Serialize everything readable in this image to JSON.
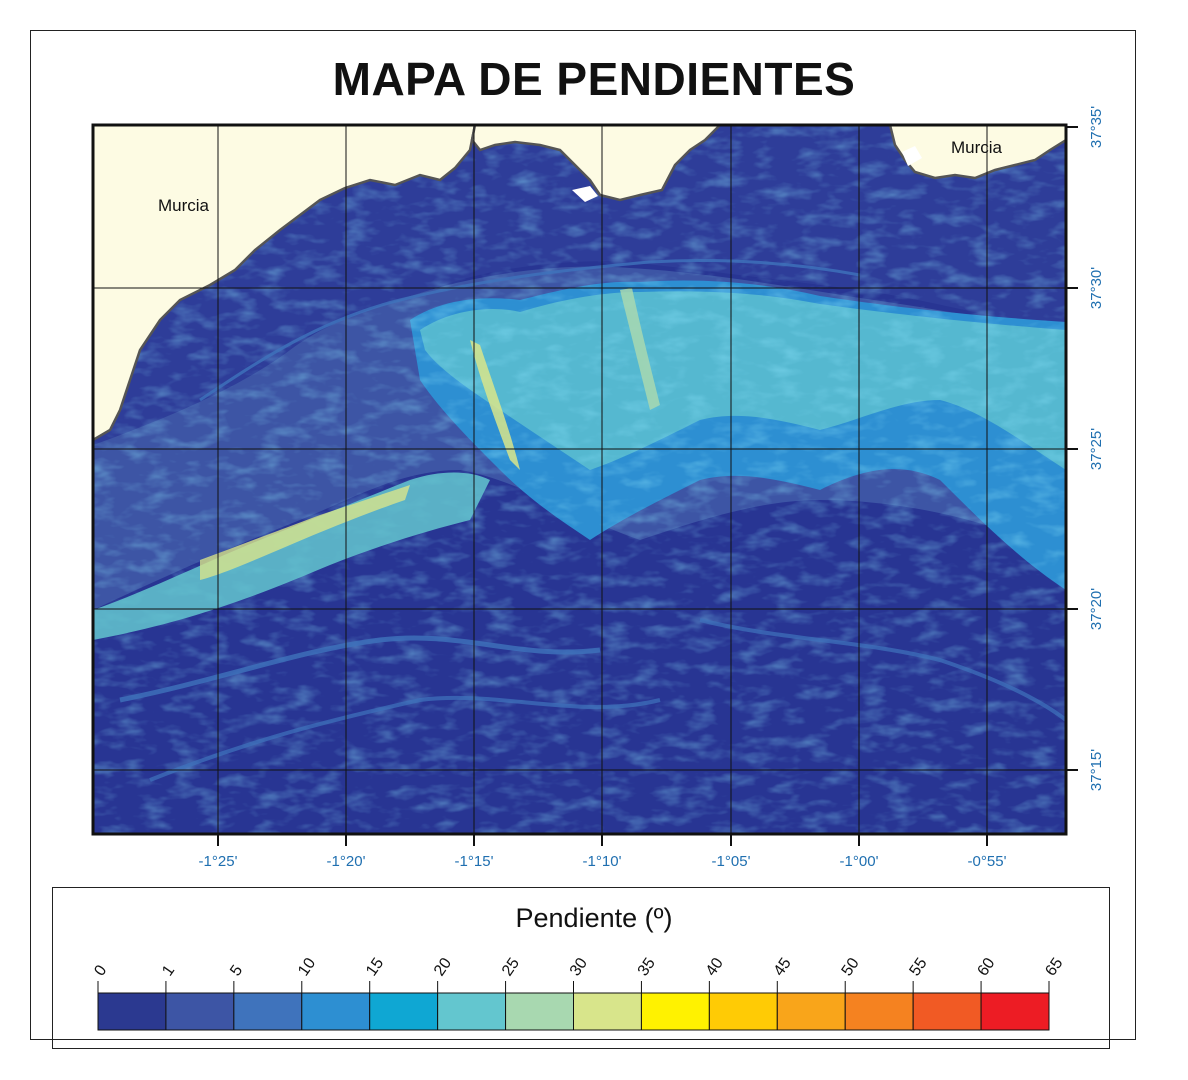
{
  "map": {
    "title": "MAPA DE PENDIENTES",
    "place_labels": [
      {
        "name": "Murcia"
      },
      {
        "name": "Murcia"
      }
    ],
    "longitude_ticks": [
      "-1°25'",
      "-1°20'",
      "-1°15'",
      "-1°10'",
      "-1°05'",
      "-1°00'",
      "-0°55'"
    ],
    "latitude_ticks": [
      "37°35'",
      "37°30'",
      "37°25'",
      "37°20'",
      "37°15'"
    ],
    "colors": {
      "land": "#fdfbe3",
      "coastline": "#555555",
      "deep_basin": "#283593",
      "gridline": "#111111"
    }
  },
  "legend": {
    "title": "Pendiente (º)",
    "breaks": [
      "0",
      "1",
      "5",
      "10",
      "15",
      "20",
      "25",
      "30",
      "35",
      "40",
      "45",
      "50",
      "55",
      "60",
      "65"
    ],
    "colors": [
      "#2b3990",
      "#3d55a5",
      "#3f73bc",
      "#2d8fd2",
      "#0fa7d3",
      "#63c6cf",
      "#a8d8b0",
      "#d8e58b",
      "#fff200",
      "#ffcb05",
      "#f9a51a",
      "#f58220",
      "#f15a24",
      "#ed1c24"
    ]
  }
}
